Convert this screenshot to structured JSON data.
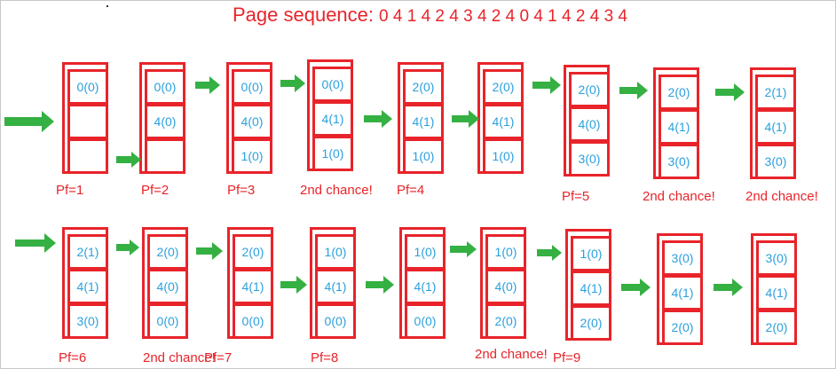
{
  "title": "Page sequence:",
  "sequence": "0 4 1 4 2 4 3 4 2 4 0 4 1 4 2 4 3 4",
  "colors": {
    "frame": "#e8242a",
    "cell_text": "#2aa0dd",
    "arrow": "#35b043",
    "label": "#e8242a"
  },
  "snapshots": [
    {
      "cells": [
        "0(0)",
        "",
        ""
      ]
    },
    {
      "cells": [
        "0(0)",
        "4(0)",
        ""
      ]
    },
    {
      "cells": [
        "0(0)",
        "4(0)",
        "1(0)"
      ]
    },
    {
      "cells": [
        "0(0)",
        "4(1)",
        "1(0)"
      ]
    },
    {
      "cells": [
        "2(0)",
        "4(1)",
        "1(0)"
      ]
    },
    {
      "cells": [
        "2(0)",
        "4(1)",
        "1(0)"
      ]
    },
    {
      "cells": [
        "2(0)",
        "4(0)",
        "3(0)"
      ]
    },
    {
      "cells": [
        "2(0)",
        "4(1)",
        "3(0)"
      ]
    },
    {
      "cells": [
        "2(1)",
        "4(1)",
        "3(0)"
      ]
    },
    {
      "cells": [
        "2(1)",
        "4(1)",
        "3(0)"
      ]
    },
    {
      "cells": [
        "2(0)",
        "4(0)",
        "0(0)"
      ]
    },
    {
      "cells": [
        "2(0)",
        "4(1)",
        "0(0)"
      ]
    },
    {
      "cells": [
        "1(0)",
        "4(1)",
        "0(0)"
      ]
    },
    {
      "cells": [
        "1(0)",
        "4(1)",
        "0(0)"
      ]
    },
    {
      "cells": [
        "1(0)",
        "4(0)",
        "2(0)"
      ]
    },
    {
      "cells": [
        "1(0)",
        "4(1)",
        "2(0)"
      ]
    },
    {
      "cells": [
        "3(0)",
        "4(1)",
        "2(0)"
      ]
    },
    {
      "cells": [
        "3(0)",
        "4(1)",
        "2(0)"
      ]
    }
  ],
  "labels": [
    "Pf=1",
    "Pf=2",
    "Pf=3",
    "2nd chance!",
    "Pf=4",
    "Pf=5",
    "2nd chance!",
    "2nd chance!",
    "Pf=6",
    "2nd chance!",
    "Pf=7",
    "Pf=8",
    "2nd chance!",
    "Pf=9"
  ]
}
